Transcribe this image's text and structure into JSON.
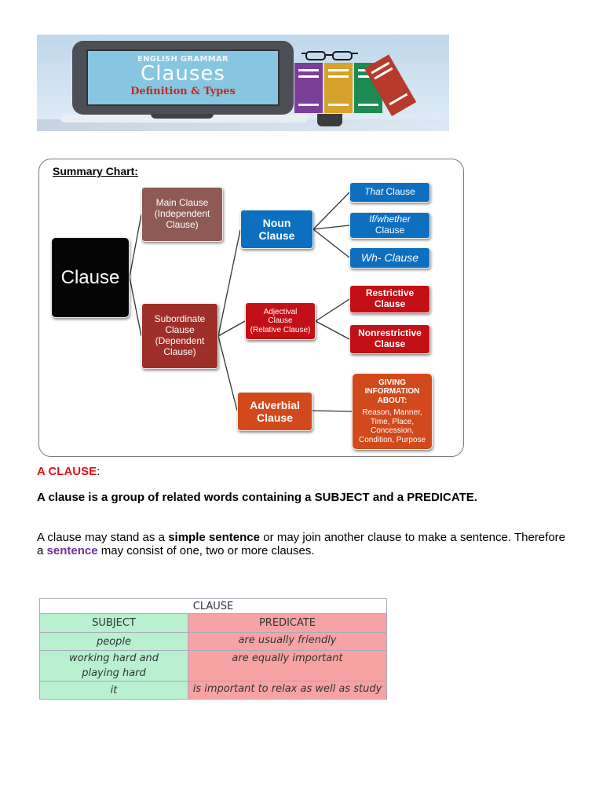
{
  "banner": {
    "subtitle_top": "ENGLISH GRAMMAR",
    "title": "Clauses",
    "subtitle_bottom": "Definition & Types",
    "colors": {
      "background": "#c7dcee",
      "book1": "#7a3f98",
      "book2": "#d6a22b",
      "book3": "#1d8a52",
      "book4": "#b73a2a"
    }
  },
  "chart": {
    "title": "Summary Chart:",
    "clause": "Clause",
    "main_clause": [
      "Main Clause",
      "(Independent",
      "Clause)"
    ],
    "subordinate_clause": [
      "Subordinate",
      "Clause",
      "(Dependent",
      "Clause)"
    ],
    "noun_clause": [
      "Noun",
      "Clause"
    ],
    "adjectival_clause": [
      "Adjectival",
      "Clause",
      "(Relative Clause)"
    ],
    "adverbial_clause": [
      "Adverbial",
      "Clause"
    ],
    "that_clause": {
      "italic": "That",
      "rest": " Clause"
    },
    "if_whether_clause": [
      "If/whether",
      "Clause"
    ],
    "wh_clause": "Wh- Clause",
    "restrictive_clause": [
      "Restrictive",
      "Clause"
    ],
    "nonrestrictive_clause": [
      "Nonrestrictive",
      "Clause"
    ],
    "giving_info": {
      "title": [
        "GIVING",
        "INFORMATION",
        "ABOUT:"
      ],
      "body": [
        "Reason, Manner,",
        "Time, Place,",
        "Concession,",
        "Condition, Purpose"
      ]
    },
    "colors": {
      "blue": "#0c6fc0",
      "red": "#c30f16",
      "orange": "#d2491c",
      "brown": "#8e5a53",
      "dark_red": "#9e2e2a",
      "black": "#050505"
    }
  },
  "text": {
    "a_clause_label": "A CLAUSE",
    "a_clause_colon": ":",
    "definition": "A clause is a group of related words containing a SUBJECT and a PREDICATE.",
    "para_part1": "A clause may stand as a ",
    "para_bold1": "simple sentence",
    "para_part2": " or may join another clause to make a sentence. Therefore a ",
    "para_purple": "sentence",
    "para_part3": " may consist of one, two or more clauses."
  },
  "table": {
    "title": "CLAUSE",
    "headers": [
      "SUBJECT",
      "PREDICATE"
    ],
    "rows": [
      {
        "subject": "people",
        "predicate": "are usually friendly"
      },
      {
        "subject": "working hard and playing hard",
        "predicate": "are equally important"
      },
      {
        "subject": "it",
        "predicate": "is important to relax as well as study"
      }
    ],
    "colors": {
      "subject_bg": "#b8f0d0",
      "predicate_bg": "#f7a3a3"
    }
  }
}
